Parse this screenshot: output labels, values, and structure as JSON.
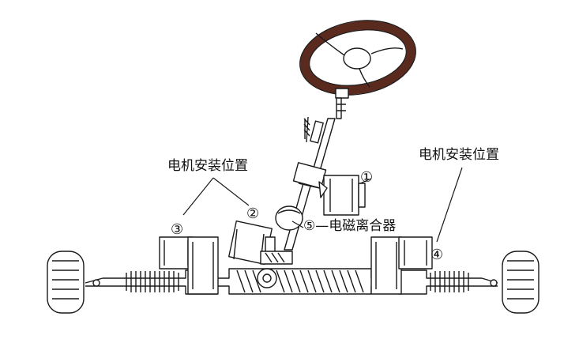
{
  "labels": {
    "motor_position_left": "电机安装位置",
    "motor_position_right": "电机安装位置",
    "clutch": "⑤—电磁离合器"
  },
  "markers": {
    "m1": "①",
    "m2": "②",
    "m3": "③",
    "m4": "④"
  },
  "colors": {
    "steering_wheel": "#5a2a1e",
    "line": "#1a1a1a"
  }
}
